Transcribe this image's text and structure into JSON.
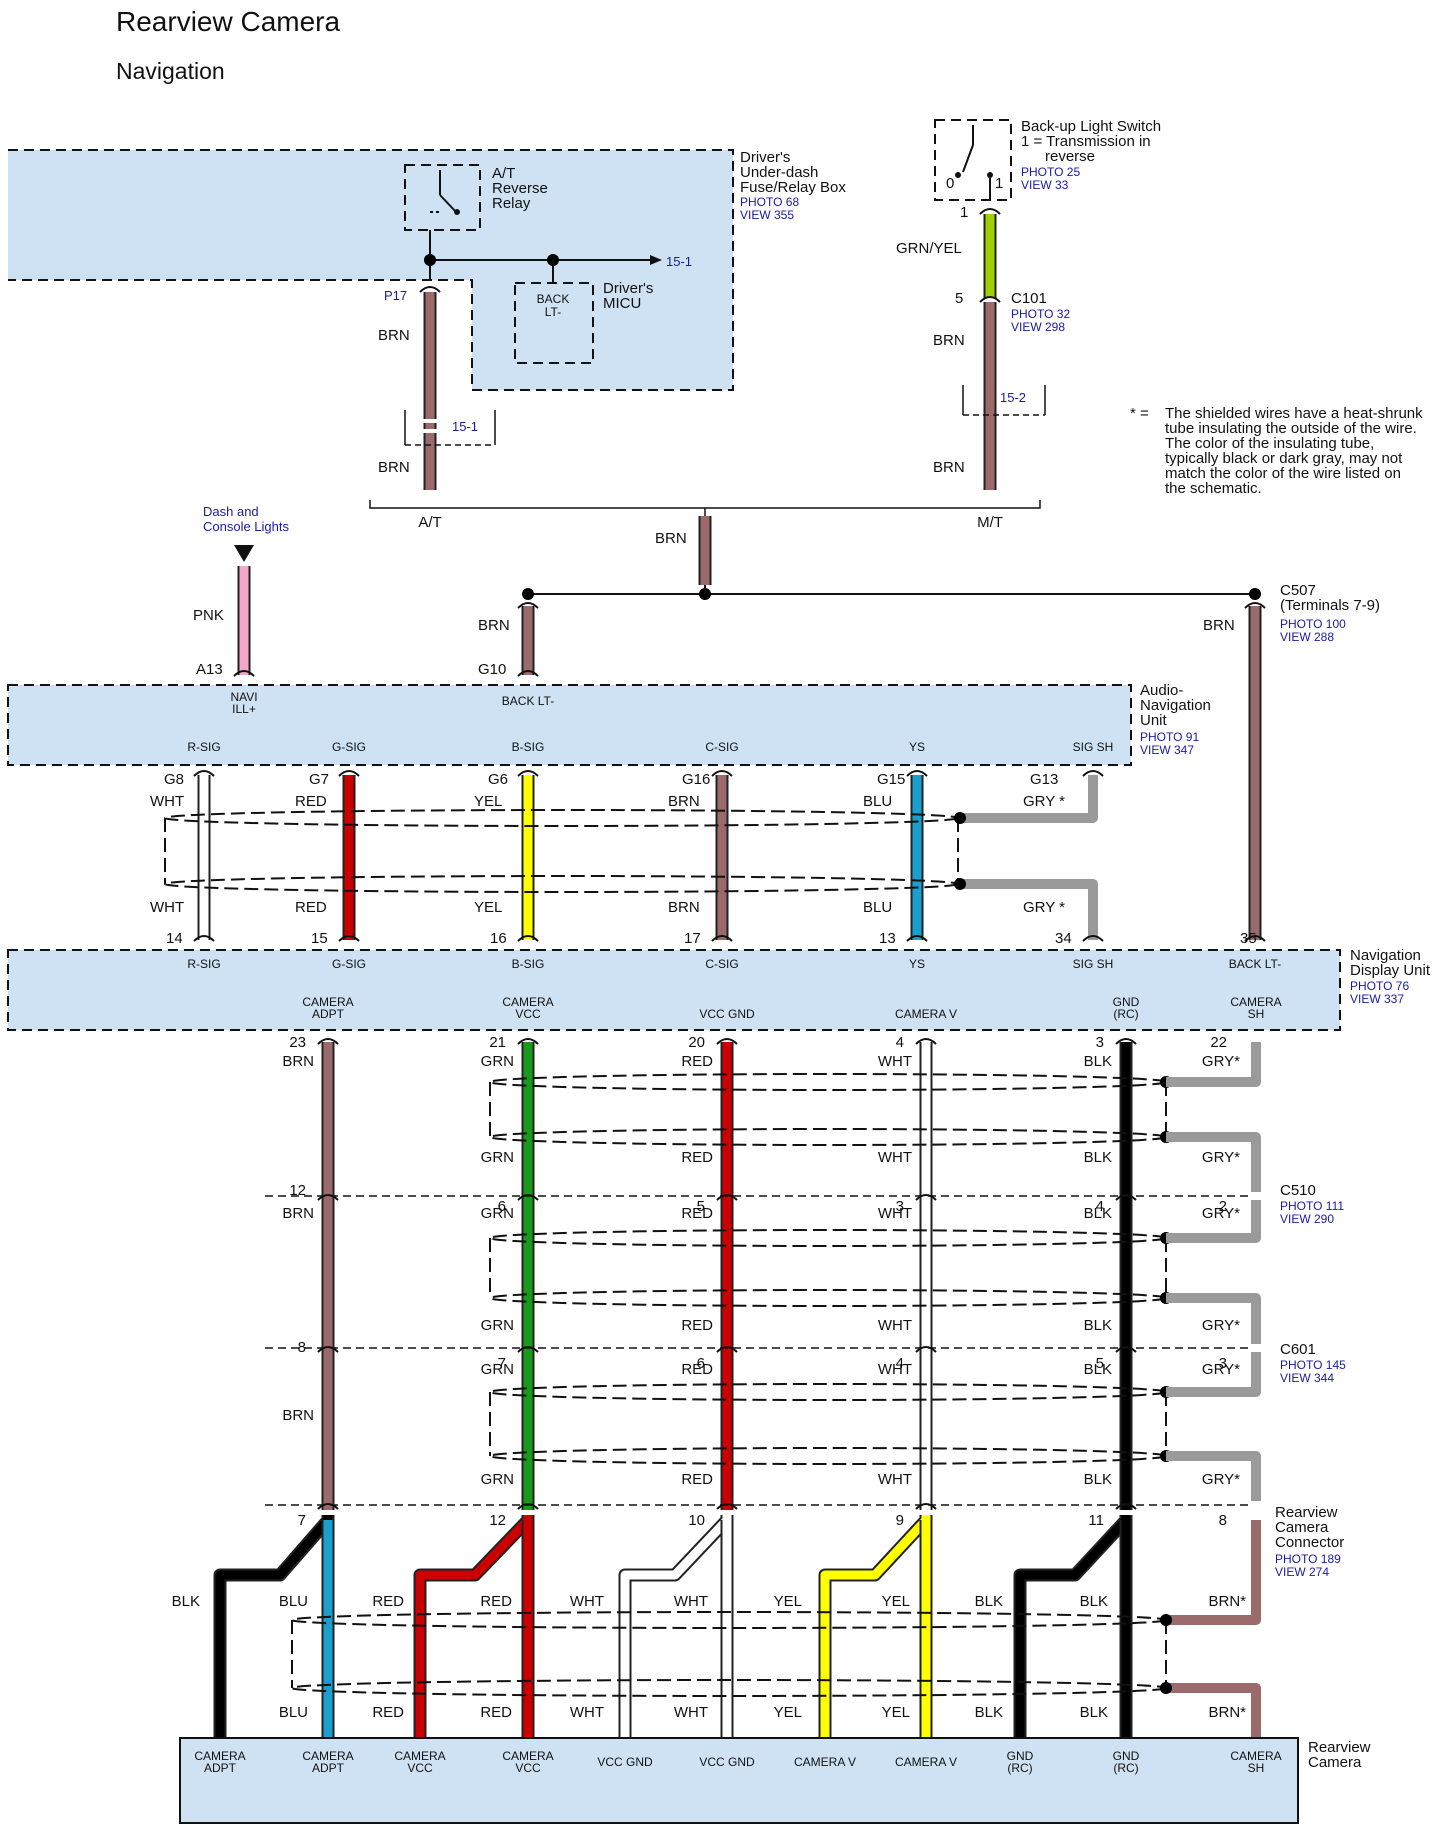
{
  "title": "Rearview Camera",
  "subtitle": "Navigation",
  "colors": {
    "box_fill": "#cfe2f3",
    "brn": "#9b6b6b",
    "pnk": "#f4a6cc",
    "red": "#cc0000",
    "yel": "#ffff00",
    "blu": "#1a9fd0",
    "grn": "#1a9a1a",
    "blk": "#000000",
    "gry": "#9a9a9a",
    "grnyel": "#a0d000",
    "link": "#1a1aa6"
  },
  "fusebox": {
    "name_lines": [
      "Driver's",
      "Under-dash",
      "Fuse/Relay Box"
    ],
    "photo": "PHOTO 68",
    "view": "VIEW 355",
    "relay_lines": [
      "A/T",
      "Reverse",
      "Relay"
    ],
    "micu_lines": [
      "Driver's",
      "MICU"
    ],
    "back_lt_lines": [
      "BACK",
      "LT-"
    ],
    "ref_arrow": "15-1",
    "pin": "P17"
  },
  "at_branch": {
    "wire_top": "BRN",
    "ref": "15-1",
    "wire_bottom": "BRN",
    "label": "A/T"
  },
  "backup_switch": {
    "lines": [
      "Back-up Light Switch",
      "1 = Transmission in",
      "reverse"
    ],
    "photo": "PHOTO 25",
    "view": "VIEW 33",
    "pos0": "0",
    "pos1": "1",
    "pin": "1",
    "wire": "GRN/YEL"
  },
  "c101": {
    "pin": "5",
    "name": "C101",
    "photo": "PHOTO 32",
    "view": "VIEW 298",
    "wire_top": "BRN",
    "ref": "15-2",
    "wire_bottom": "BRN",
    "label": "M/T"
  },
  "note": {
    "marker": "* =",
    "lines": [
      "The shielded wires have a heat-shrunk",
      "tube insulating the outside of the wire.",
      "The color of the insulating tube,",
      "typically black or dark gray, may not",
      "match the color of the wire listed on",
      "the schematic."
    ]
  },
  "junction": {
    "wire": "BRN"
  },
  "dash_lights": {
    "lines": [
      "Dash and",
      "Console Lights"
    ],
    "wire": "PNK",
    "pin": "A13"
  },
  "back_lt_wire": {
    "wire": "BRN",
    "pin": "G10"
  },
  "c507": {
    "lines": [
      "C507",
      "(Terminals 7-9)"
    ],
    "photo": "PHOTO 100",
    "view": "VIEW 288",
    "wire": "BRN",
    "pin": "35"
  },
  "audio_nav": {
    "name_lines": [
      "Audio-",
      "Navigation",
      "Unit"
    ],
    "photo": "PHOTO 91",
    "view": "VIEW 347",
    "navi_lines": [
      "NAVI",
      "ILL+"
    ],
    "back_lt": "BACK LT-",
    "sig_labels": [
      "R-SIG",
      "G-SIG",
      "B-SIG",
      "C-SIG",
      "YS",
      "SIG SH"
    ]
  },
  "sig_wires": [
    {
      "pin_top": "G8",
      "color_top": "WHT",
      "color_bottom": "WHT",
      "pin_bottom": "14"
    },
    {
      "pin_top": "G7",
      "color_top": "RED",
      "color_bottom": "RED",
      "pin_bottom": "15"
    },
    {
      "pin_top": "G6",
      "color_top": "YEL",
      "color_bottom": "YEL",
      "pin_bottom": "16"
    },
    {
      "pin_top": "G16",
      "color_top": "BRN",
      "color_bottom": "BRN",
      "pin_bottom": "17"
    },
    {
      "pin_top": "G15",
      "color_top": "BLU",
      "color_bottom": "BLU",
      "pin_bottom": "13"
    },
    {
      "pin_top": "G13",
      "color_top": "GRY *",
      "color_bottom": "GRY *",
      "pin_bottom": "34"
    }
  ],
  "nav_display": {
    "name_lines": [
      "Navigation",
      "Display Unit"
    ],
    "photo": "PHOTO 76",
    "view": "VIEW 337",
    "top_labels": [
      "R-SIG",
      "G-SIG",
      "B-SIG",
      "C-SIG",
      "YS",
      "SIG SH",
      "BACK LT-"
    ],
    "bottom_labels": [
      [
        "CAMERA",
        "ADPT"
      ],
      [
        "CAMERA",
        "VCC"
      ],
      [
        "VCC GND"
      ],
      [
        "CAMERA V"
      ],
      [
        "GND",
        "(RC)"
      ],
      [
        "CAMERA",
        "SH"
      ]
    ]
  },
  "cam_pins": {
    "seg1_top": [
      "23",
      "21",
      "20",
      "4",
      "3",
      "22"
    ],
    "seg1_colors": [
      "BRN",
      "GRN",
      "RED",
      "WHT",
      "BLK",
      "GRY*"
    ],
    "seg1_bottom_colors": [
      "GRN",
      "RED",
      "WHT",
      "BLK",
      "GRY*"
    ],
    "c510_pins": [
      "12",
      "6",
      "5",
      "3",
      "4",
      "2"
    ],
    "seg2_colors": [
      "BRN",
      "GRN",
      "RED",
      "WHT",
      "BLK",
      "GRY*"
    ],
    "seg2_bottom_colors": [
      "GRN",
      "RED",
      "WHT",
      "BLK",
      "GRY*"
    ],
    "c601_pins": [
      "8",
      "7",
      "6",
      "4",
      "5",
      "3"
    ],
    "seg3_colors": [
      "BRN",
      "GRN",
      "RED",
      "WHT",
      "BLK",
      "GRY*"
    ],
    "seg3_bottom_colors": [
      "GRN",
      "RED",
      "WHT",
      "BLK",
      "GRY*"
    ],
    "rc_pins": [
      "7",
      "12",
      "10",
      "9",
      "11",
      "8"
    ]
  },
  "c510": {
    "name": "C510",
    "photo": "PHOTO 111",
    "view": "VIEW 290"
  },
  "c601": {
    "name": "C601",
    "photo": "PHOTO 145",
    "view": "VIEW 344"
  },
  "rc_connector": {
    "lines": [
      "Rearview",
      "Camera",
      "Connector"
    ],
    "photo": "PHOTO 189",
    "view": "VIEW 274"
  },
  "rc_wires": {
    "top": [
      "BLK",
      "BLU",
      "RED",
      "RED",
      "WHT",
      "WHT",
      "YEL",
      "YEL",
      "BLK",
      "BLK",
      "BRN*"
    ],
    "bottom": [
      "BLU",
      "RED",
      "RED",
      "WHT",
      "WHT",
      "YEL",
      "YEL",
      "BLK",
      "BLK",
      "BRN*"
    ]
  },
  "rearview_camera": {
    "name_lines": [
      "Rearview",
      "Camera"
    ],
    "pins": [
      [
        "CAMERA",
        "ADPT"
      ],
      [
        "CAMERA",
        "ADPT"
      ],
      [
        "CAMERA",
        "VCC"
      ],
      [
        "CAMERA",
        "VCC"
      ],
      [
        "VCC GND"
      ],
      [
        "VCC GND"
      ],
      [
        "CAMERA V"
      ],
      [
        "CAMERA V"
      ],
      [
        "GND",
        "(RC)"
      ],
      [
        "GND",
        "(RC)"
      ],
      [
        "CAMERA",
        "SH"
      ]
    ]
  }
}
